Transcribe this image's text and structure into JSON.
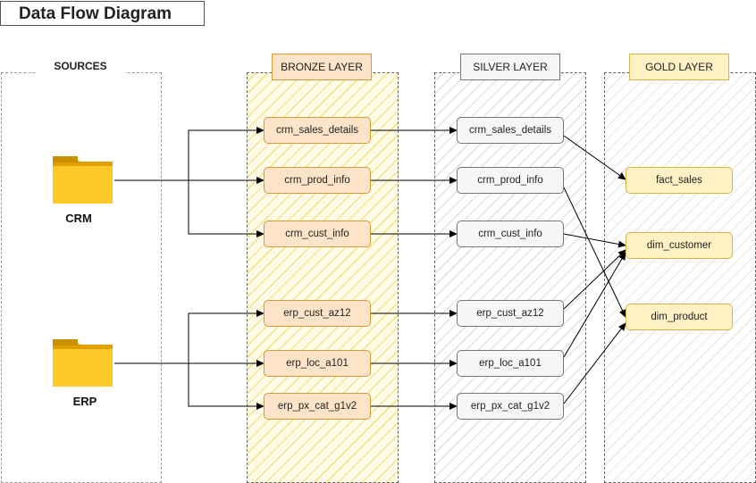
{
  "title": "Data Flow Diagram",
  "sources": {
    "title": "SOURCES",
    "items": [
      {
        "label": "CRM",
        "icon": "folder-icon"
      },
      {
        "label": "ERP",
        "icon": "folder-icon"
      }
    ]
  },
  "layers": {
    "bronze": {
      "title": "BRONZE LAYER",
      "color": "#fde3c8",
      "tables": [
        "crm_sales_details",
        "crm_prod_info",
        "crm_cust_info",
        "erp_cust_az12",
        "erp_loc_a101",
        "erp_px_cat_g1v2"
      ]
    },
    "silver": {
      "title": "SILVER LAYER",
      "color": "#f6f6f6",
      "tables": [
        "crm_sales_details",
        "crm_prod_info",
        "crm_cust_info",
        "erp_cust_az12",
        "erp_loc_a101",
        "erp_px_cat_g1v2"
      ]
    },
    "gold": {
      "title": "GOLD LAYER",
      "color": "#fff1c4",
      "tables": [
        "fact_sales",
        "dim_customer",
        "dim_product"
      ]
    }
  }
}
